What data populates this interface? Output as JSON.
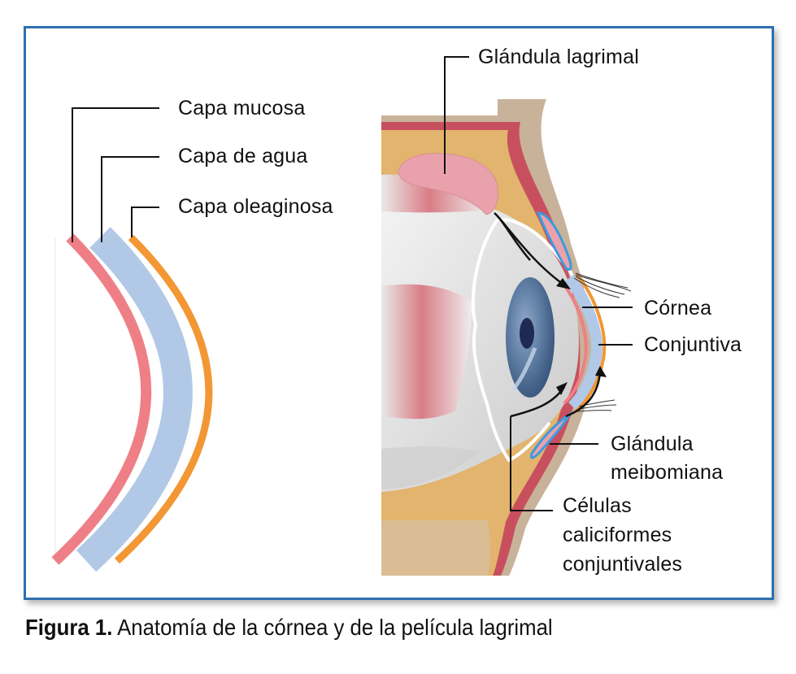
{
  "labels": {
    "capa_mucosa": "Capa mucosa",
    "capa_agua": "Capa de agua",
    "capa_oleaginosa": "Capa oleaginosa",
    "glandula_lagrimal": "Glándula lagrimal",
    "cornea": "Córnea",
    "conjuntiva": "Conjuntiva",
    "glandula_meibomiana_1": "Glándula",
    "glandula_meibomiana_2": "meibomiana",
    "celulas_1": "Células",
    "celulas_2": "caliciformes",
    "celulas_3": "conjuntivales"
  },
  "caption": {
    "number": "Figura 1.",
    "text": "Anatomía de la córnea y de la película lagrimal"
  },
  "colors": {
    "frame_border": "#2e6fad",
    "mucous_layer": "#ef7f86",
    "water_layer": "#b1c8e6",
    "oil_layer": "#f39634",
    "eyelid_tissue": "#e2b46d",
    "skin": "#c8b29a",
    "muscle": "#c8505e",
    "lacrimal_gland": "#e9a2ac",
    "iris": "#5b7aa0",
    "meibomian_gland": "#3a9be0"
  }
}
